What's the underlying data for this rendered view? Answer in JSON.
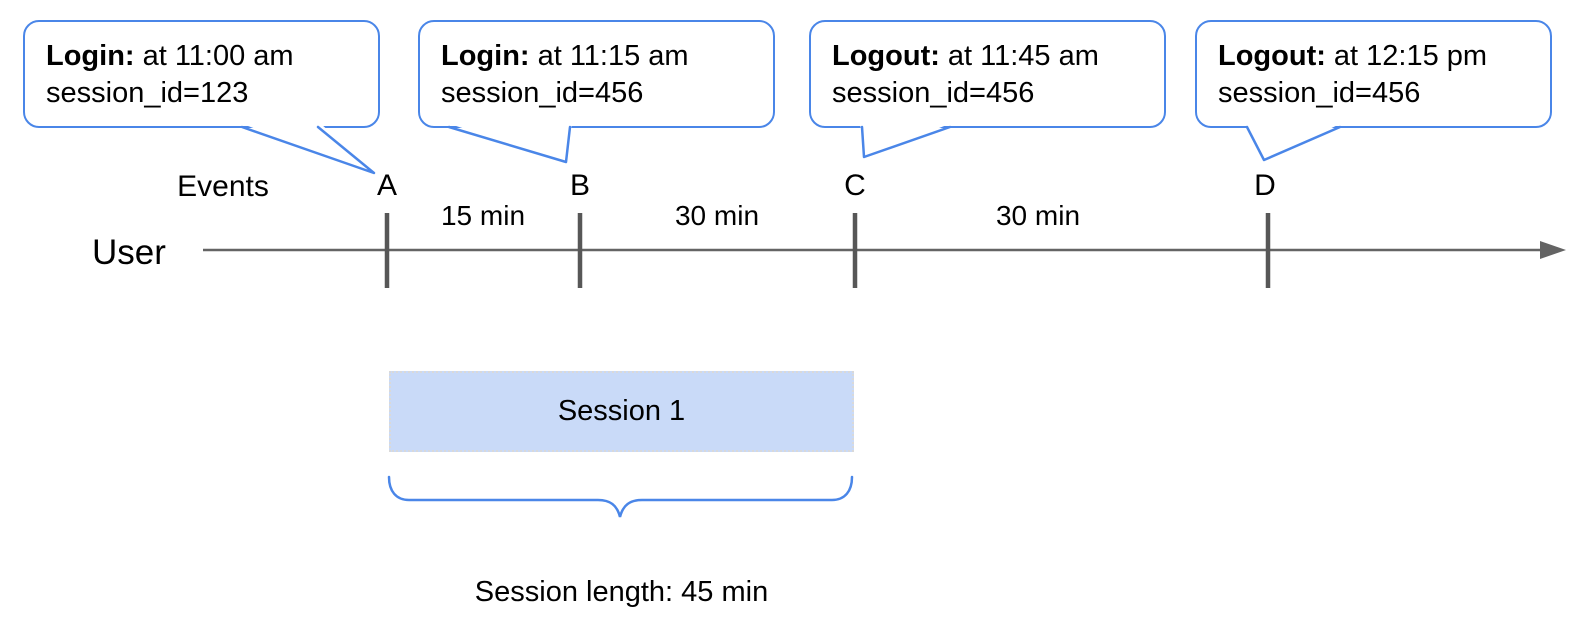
{
  "colors": {
    "accent_blue": "#4a86e8",
    "session_fill": "#c9daf8",
    "session_border": "#d9d9d9",
    "timeline_gray": "#646464",
    "tick_gray": "#575757",
    "text": "#000000"
  },
  "callouts": [
    {
      "prefix": "Login:",
      "time": "at 11:00 am",
      "session": "session_id=123"
    },
    {
      "prefix": "Login:",
      "time": "at 11:15 am",
      "session": "session_id=456"
    },
    {
      "prefix": "Logout:",
      "time": "at 11:45 am",
      "session": "session_id=456"
    },
    {
      "prefix": "Logout:",
      "time": "at 12:15 pm",
      "session": "session_id=456"
    }
  ],
  "timeline": {
    "events_label": "Events",
    "user_label": "User",
    "event_markers": [
      "A",
      "B",
      "C",
      "D"
    ],
    "intervals": [
      "15 min",
      "30 min",
      "30 min"
    ]
  },
  "session_bar": {
    "label": "Session 1"
  },
  "annotation": {
    "session_length": "Session length: 45 min"
  }
}
